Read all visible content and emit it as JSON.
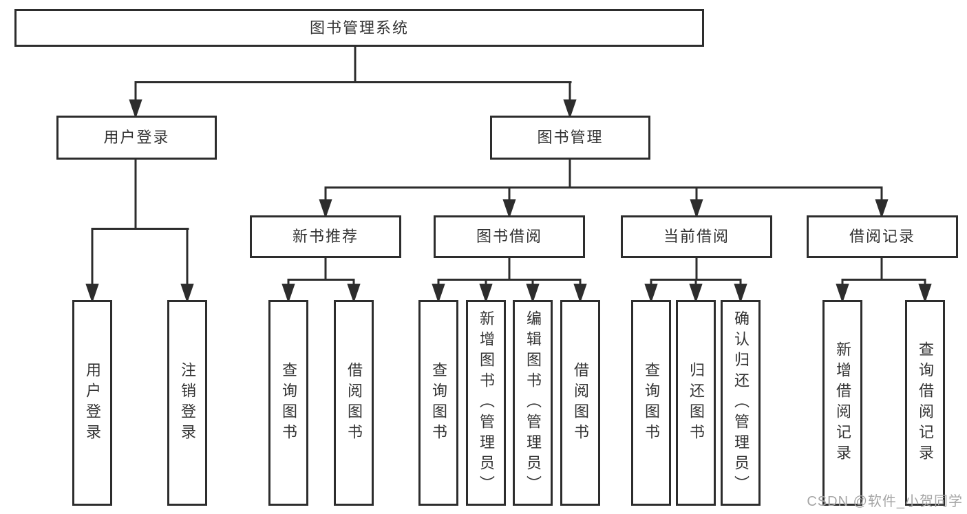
{
  "diagram": {
    "root": {
      "label": "图书管理系统"
    },
    "level2": [
      {
        "label": "用户登录"
      },
      {
        "label": "图书管理"
      }
    ],
    "level3": [
      {
        "label": "新书推荐"
      },
      {
        "label": "图书借阅"
      },
      {
        "label": "当前借阅"
      },
      {
        "label": "借阅记录"
      }
    ],
    "leaves": {
      "login": [
        "用户登录",
        "注销登录"
      ],
      "newrec": [
        "查询图书",
        "借阅图书"
      ],
      "borrow": [
        "查询图书",
        "新增图书（管理员）",
        "编辑图书（管理员）",
        "借阅图书"
      ],
      "current": [
        "查询图书",
        "归还图书",
        "确认归还（管理员）"
      ],
      "records": [
        "新增借阅记录",
        "查询借阅记录"
      ]
    }
  },
  "watermark": "CSDN @软件_小贺同学",
  "colors": {
    "line": "#2d2d2d",
    "text": "#333333",
    "watermark": "#a6a6a6",
    "background": "#ffffff"
  }
}
